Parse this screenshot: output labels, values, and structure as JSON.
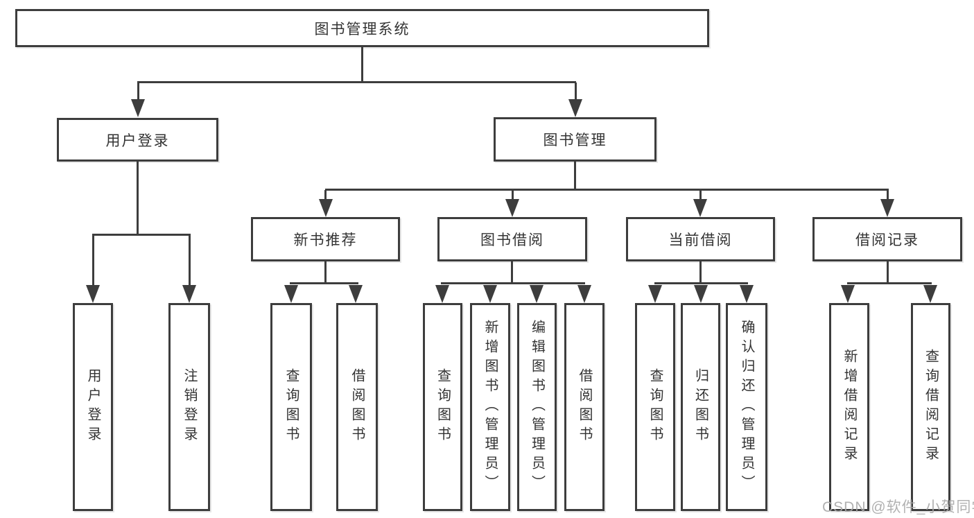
{
  "diagram": {
    "line_color": "#3d3d3d",
    "text_color": "#333333",
    "root": {
      "label": "图书管理系统"
    },
    "branches": [
      {
        "label": "用户登录",
        "children": [
          {
            "label": "用户登录"
          },
          {
            "label": "注销登录"
          }
        ]
      },
      {
        "label": "图书管理",
        "children": [
          {
            "label": "新书推荐",
            "children": [
              {
                "label": "查询图书"
              },
              {
                "label": "借阅图书"
              }
            ]
          },
          {
            "label": "图书借阅",
            "children": [
              {
                "label": "查询图书"
              },
              {
                "label": "新增图书（管理员）"
              },
              {
                "label": "编辑图书（管理员）"
              },
              {
                "label": "借阅图书"
              }
            ]
          },
          {
            "label": "当前借阅",
            "children": [
              {
                "label": "查询图书"
              },
              {
                "label": "归还图书"
              },
              {
                "label": "确认归还（管理员）"
              }
            ]
          },
          {
            "label": "借阅记录",
            "children": [
              {
                "label": "新增借阅记录"
              },
              {
                "label": "查询借阅记录"
              }
            ]
          }
        ]
      }
    ]
  },
  "watermark": {
    "text": "CSDN @软件_小贺同学"
  }
}
